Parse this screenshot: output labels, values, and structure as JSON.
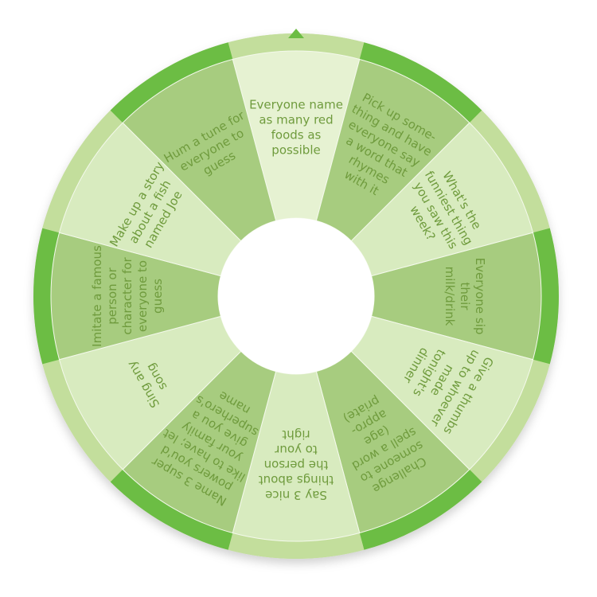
{
  "colors": {
    "dark": "#a7cc7f",
    "light": "#d8ebbf",
    "pale": "#e6f2d2",
    "rim_light": "#c3de9c",
    "rim_accent": "#6cbd44",
    "text": "#6f9b3d",
    "hub": "#ffffff",
    "separator": "#f4f9ec"
  },
  "pointer": {
    "icon": "triangle-pointer-icon",
    "color": "#6cbd44"
  },
  "segments": [
    {
      "lines": [
        "Everyone name",
        "as many red",
        "foods as",
        "possible"
      ],
      "rim_accent": false
    },
    {
      "lines": [
        "Pick up some-",
        "thing and have",
        "everyone say",
        "a word that",
        "rhymes",
        "with it"
      ],
      "rim_accent": true
    },
    {
      "lines": [
        "What's the",
        "funniest thing",
        "you saw this",
        "week?"
      ],
      "rim_accent": false
    },
    {
      "lines": [
        "Everyone sip",
        "their",
        "milk/drink"
      ],
      "rim_accent": true
    },
    {
      "lines": [
        "Give a thumbs",
        "up to whoever",
        "made",
        "tonight's",
        "dinner"
      ],
      "rim_accent": false
    },
    {
      "lines": [
        "Challenge",
        "someone to",
        "spell a word",
        "(age",
        "appro-",
        "priate)"
      ],
      "rim_accent": true
    },
    {
      "lines": [
        "Say 3 nice",
        "things about",
        "the person",
        "to your",
        "right"
      ],
      "rim_accent": false
    },
    {
      "lines": [
        "Name 3 super",
        "powers you'd",
        "like to have; let",
        "your family",
        "give you a",
        "superhero's",
        "name"
      ],
      "rim_accent": true
    },
    {
      "lines": [
        "Sing any",
        "song"
      ],
      "rim_accent": false
    },
    {
      "lines": [
        "Imitate a famous",
        "person or",
        "character for",
        "everyone to",
        "guess"
      ],
      "rim_accent": true
    },
    {
      "lines": [
        "Make up a story",
        "about a fish",
        "named Joe"
      ],
      "rim_accent": false
    },
    {
      "lines": [
        "Hum a tune for",
        "everyone to",
        "guess"
      ],
      "rim_accent": true
    }
  ]
}
